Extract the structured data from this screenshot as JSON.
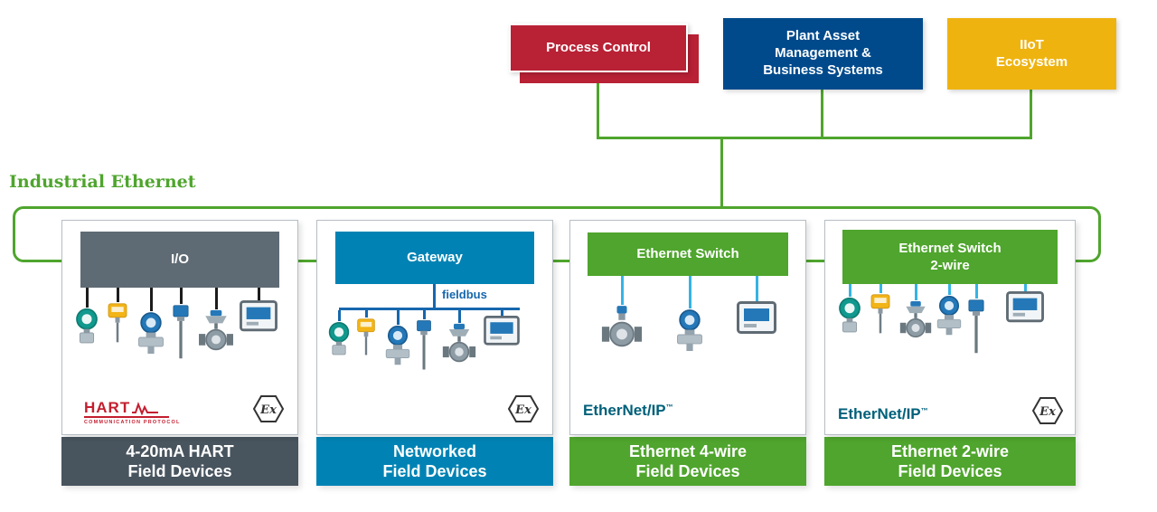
{
  "colors": {
    "green": "#4fa52d",
    "red": "#b92135",
    "navy": "#004a8c",
    "amber": "#efb310",
    "slate": "#5f6b74",
    "slate_dark": "#48545e",
    "blue": "#0083b4",
    "cyan": "#35b4e4",
    "fieldbus_blue": "#1667ad",
    "wire_black": "#1c1c1c",
    "hart_red": "#c41e2f",
    "enet_teal": "#00607a"
  },
  "top_systems": [
    {
      "label": "Process Control"
    },
    {
      "label": "Plant Asset Management & Business Systems"
    },
    {
      "label": "IIoT Ecosystem"
    }
  ],
  "backbone": {
    "label": "Industrial Ethernet"
  },
  "groups": [
    {
      "header_line1": "I/O",
      "footer_line1": "4-20mA HART",
      "footer_line2": "Field Devices",
      "hart_logo": {
        "name": "HART",
        "sub": "COMMUNICATION PROTOCOL"
      },
      "ex_mark": "Ex"
    },
    {
      "header_line1": "Gateway",
      "bus_label": "fieldbus",
      "footer_line1": "Networked",
      "footer_line2": "Field Devices",
      "ex_mark": "Ex"
    },
    {
      "header_line1": "Ethernet Switch",
      "footer_line1": "Ethernet 4-wire",
      "footer_line2": "Field Devices",
      "logo_text": "EtherNet/IP",
      "logo_tm": "™"
    },
    {
      "header_line1": "Ethernet Switch",
      "header_line2": "2-wire",
      "footer_line1": "Ethernet 2-wire",
      "footer_line2": "Field Devices",
      "logo_text": "EtherNet/IP",
      "logo_tm": "™",
      "ex_mark": "Ex"
    }
  ]
}
